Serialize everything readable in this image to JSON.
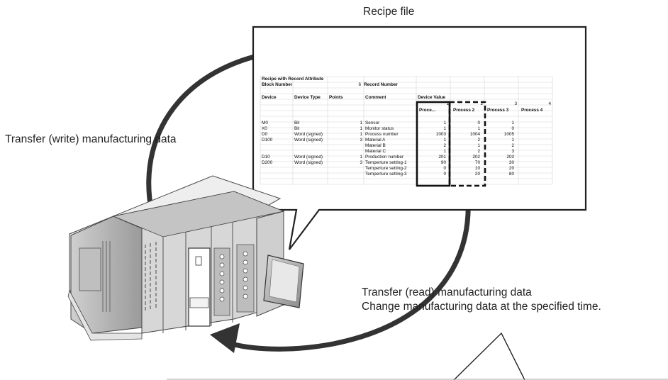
{
  "labels": {
    "recipe_file": "Recipe file",
    "transfer_write": "Transfer (write) manufacturing data",
    "transfer_read": "Transfer (read) manufacturing data",
    "change_data": "Change manufacturing data at the specified time."
  },
  "spreadsheet": {
    "title": "Recipe with Record Attribute",
    "block_label": "Block Number",
    "block_value": "6",
    "record_label": "Record Number",
    "columns": [
      "Device",
      "Device Type",
      "Points",
      "Comment",
      "Device Value"
    ],
    "record_numbers": [
      "1",
      "2",
      "3",
      "4"
    ],
    "process_names": [
      "Proce...",
      "Process 2",
      "Process 3",
      "Process 4"
    ],
    "rows": [
      {
        "device": "M0",
        "type": "Bit",
        "points": "1",
        "comment": "Sensor",
        "v": [
          "1",
          "0",
          "1",
          ""
        ]
      },
      {
        "device": "X0",
        "type": "Bit",
        "points": "1",
        "comment": "Monitor status",
        "v": [
          "1",
          "1",
          "0",
          ""
        ]
      },
      {
        "device": "D0",
        "type": "Word (signed)",
        "points": "1",
        "comment": "Process number",
        "v": [
          "1003",
          "1004",
          "1005",
          ""
        ]
      },
      {
        "device": "D100",
        "type": "Word (signed)",
        "points": "3",
        "comment": "Material A",
        "v": [
          "1",
          "2",
          "1",
          ""
        ]
      },
      {
        "device": "",
        "type": "",
        "points": "",
        "comment": "Material B",
        "v": [
          "2",
          "1",
          "2",
          ""
        ]
      },
      {
        "device": "",
        "type": "",
        "points": "",
        "comment": "Material C",
        "v": [
          "1",
          "2",
          "3",
          ""
        ]
      },
      {
        "device": "D10",
        "type": "Word (signed)",
        "points": "1",
        "comment": "Production number",
        "v": [
          "201",
          "202",
          "203",
          ""
        ]
      },
      {
        "device": "D200",
        "type": "Word (signed)",
        "points": "3",
        "comment": "Temperture setting-1",
        "v": [
          "90",
          "70",
          "30",
          ""
        ]
      },
      {
        "device": "",
        "type": "",
        "points": "",
        "comment": "Temperture setting-2",
        "v": [
          "0",
          "10",
          "20",
          ""
        ]
      },
      {
        "device": "",
        "type": "",
        "points": "",
        "comment": "Temperture setting-3",
        "v": [
          "0",
          "20",
          "80",
          ""
        ]
      }
    ]
  }
}
